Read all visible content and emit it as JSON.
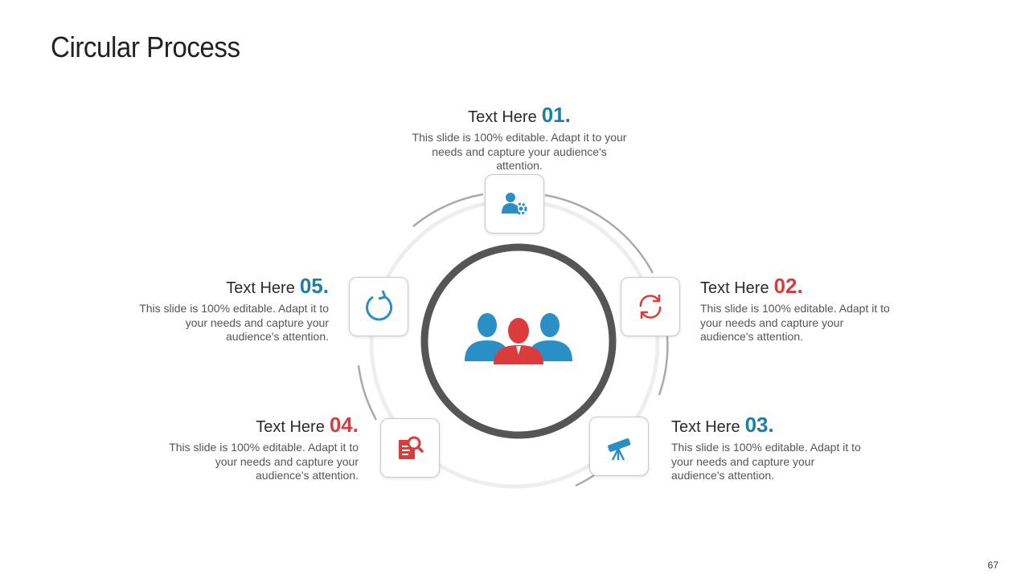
{
  "title": "Circular Process",
  "page_number": "67",
  "steps": [
    {
      "heading": "Text Here",
      "number": "01.",
      "text": "This slide is 100% editable. Adapt it to your needs and capture your audience's attention."
    },
    {
      "heading": "Text Here",
      "number": "02.",
      "text": "This slide is 100% editable. Adapt it to your needs and capture your audience's attention."
    },
    {
      "heading": "Text Here",
      "number": "03.",
      "text": "This slide is 100% editable. Adapt it to your needs and capture your audience's attention."
    },
    {
      "heading": "Text Here",
      "number": "04.",
      "text": "This slide is 100% editable. Adapt it to your needs and capture your audience's attention."
    },
    {
      "heading": "Text Here",
      "number": "05.",
      "text": "This slide is 100% editable. Adapt it to your needs and capture your audience's attention."
    }
  ],
  "icons": {
    "center": "team-icon",
    "step1": "user-gear-icon",
    "step2": "refresh-icon",
    "step3": "telescope-icon",
    "step4": "document-search-icon",
    "step5": "rotate-icon"
  },
  "colors": {
    "blue": "#1f7ea8",
    "icon_blue": "#2a8fc4",
    "red": "#dc3b3b",
    "ring": "#555555",
    "track": "#eeeeee",
    "arc": "#aaaaaa"
  }
}
